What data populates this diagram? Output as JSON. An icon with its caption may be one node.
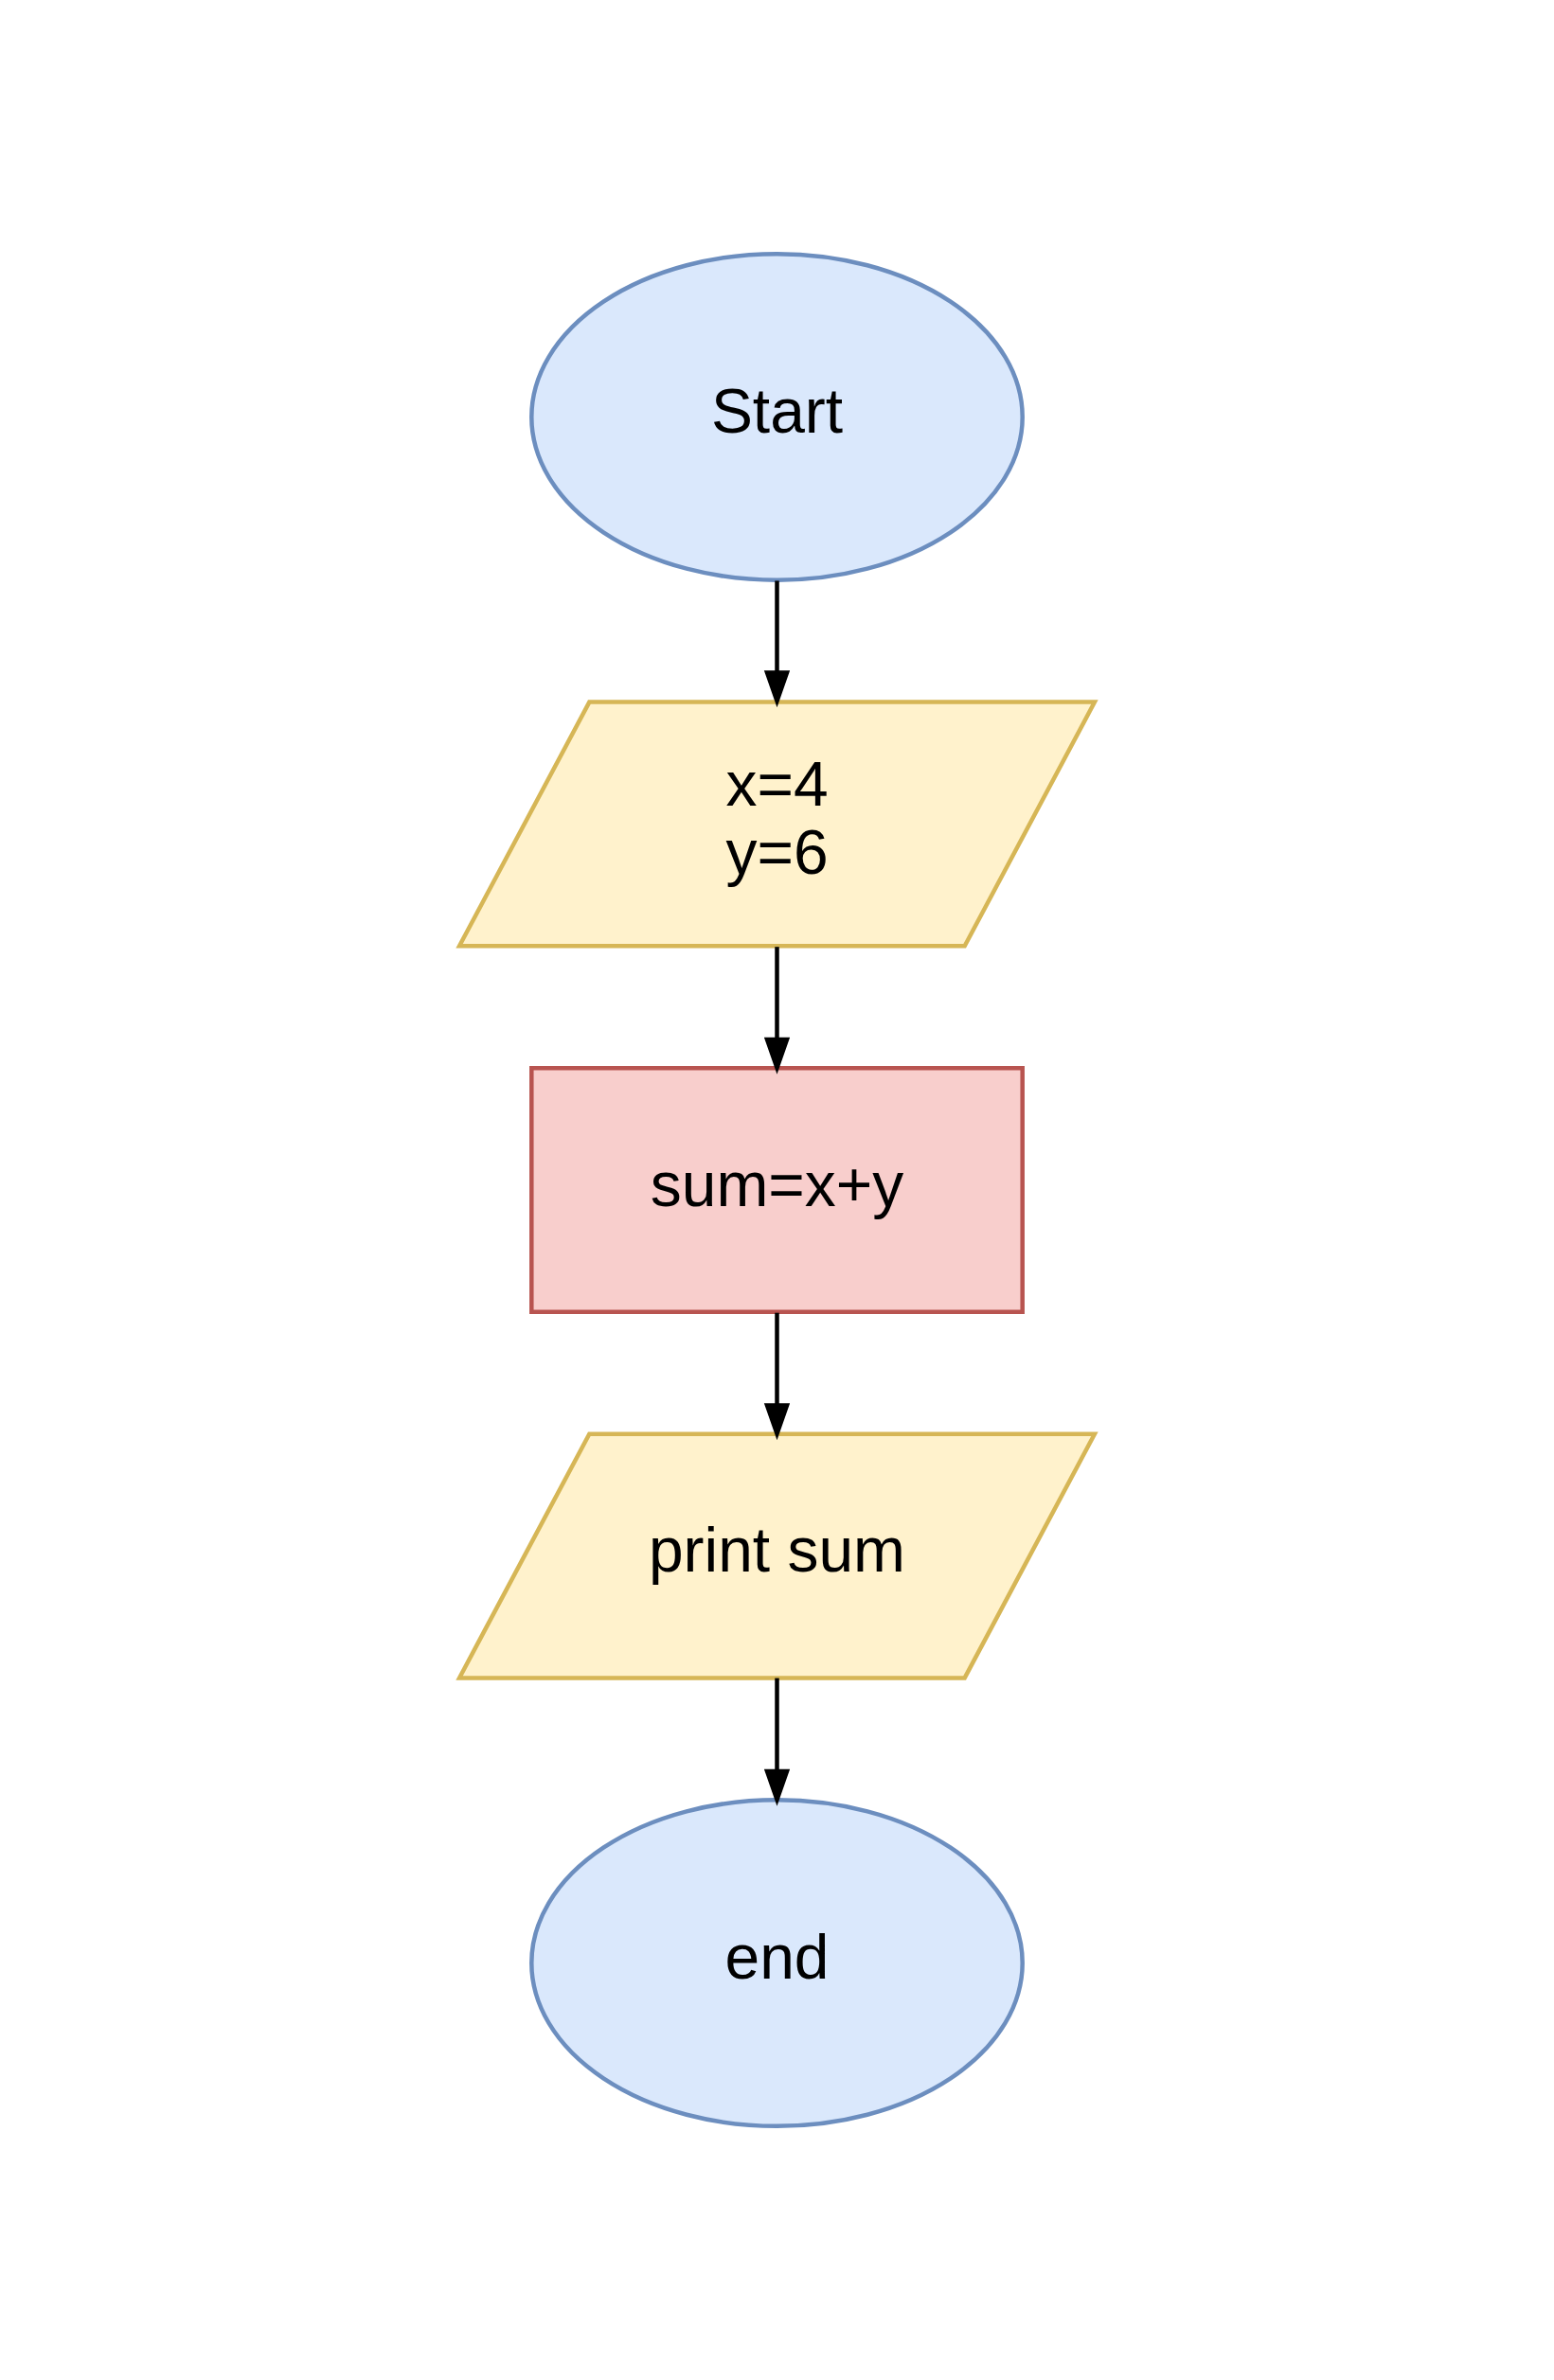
{
  "diagram": {
    "nodes": [
      {
        "text": [
          "Start"
        ]
      },
      {
        "text": [
          "x=4",
          "y=6"
        ]
      },
      {
        "text": [
          "sum=x+y"
        ]
      },
      {
        "text": [
          "print sum"
        ]
      },
      {
        "text": [
          "end"
        ]
      }
    ],
    "edges": [
      {
        "from": 0,
        "to": 1,
        "arrow": "to"
      },
      {
        "from": 1,
        "to": 2,
        "arrow": "to"
      },
      {
        "from": 2,
        "to": 3,
        "arrow": "to"
      },
      {
        "from": 3,
        "to": 4,
        "arrow": "to"
      }
    ]
  }
}
